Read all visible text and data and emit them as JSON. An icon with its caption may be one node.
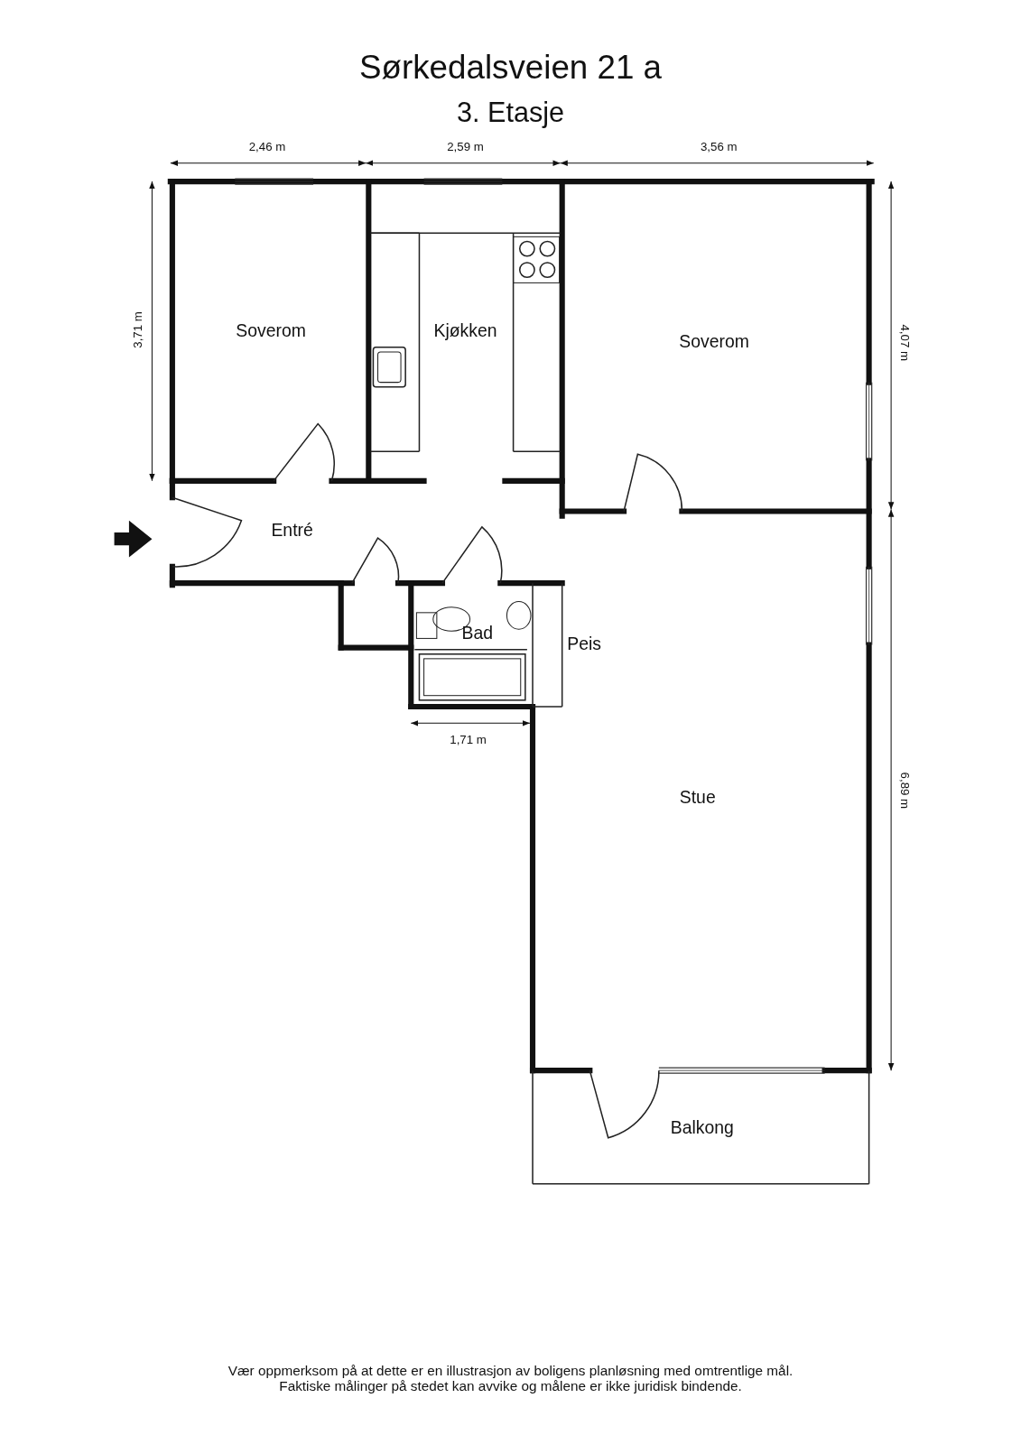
{
  "diagram": {
    "title": "Sørkedalsveien 21 a",
    "labels": [
      "3. Etasje",
      "2,46 m",
      "2,59 m",
      "3,56 m",
      "3,71 m",
      "Soverom",
      "Kjøkken",
      "Soverom",
      "4,07 m",
      "Entré",
      "Bad",
      "Peis",
      "1,71 m",
      "Stue",
      "6,89 m",
      "Balkong",
      "Vær oppmerksom på at dette er en illustrasjon av boligens planløsning med omtrentlige mål.",
      "Faktiske målinger på stedet kan avvike og målene er ikke juridisk bindende."
    ]
  }
}
